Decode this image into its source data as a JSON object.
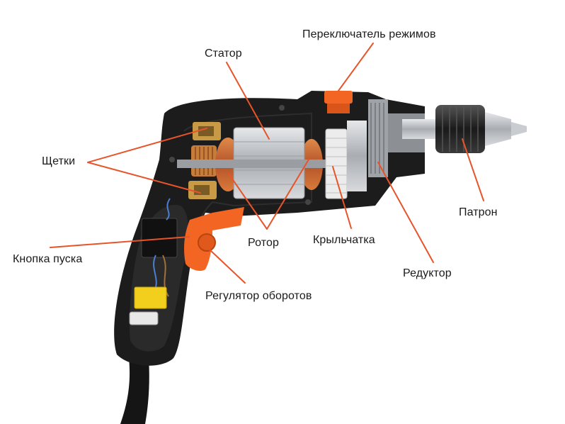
{
  "labels": {
    "mode_switch": "Переключатель режимов",
    "stator": "Статор",
    "brushes": "Щетки",
    "chuck": "Патрон",
    "rotor": "Ротор",
    "impeller": "Крыльчатка",
    "start_button": "Кнопка пуска",
    "gearbox": "Редуктор",
    "speed_regulator": "Регулятор оборотов"
  },
  "colors": {
    "leader_line": "#e8542a",
    "housing": "#1c1c1c",
    "accent_orange": "#f26522",
    "copper": "#c9692f",
    "steel": "#b9bcc0"
  }
}
